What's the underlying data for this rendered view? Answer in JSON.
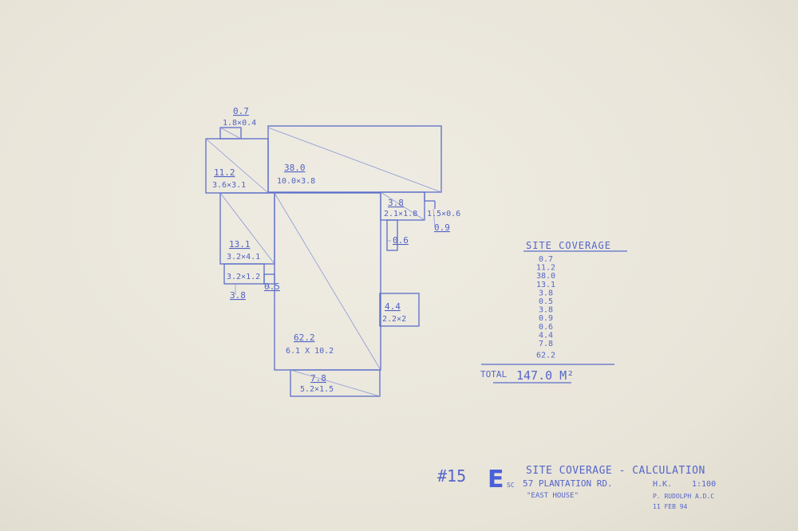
{
  "plan": {
    "rooms": [
      {
        "area": "0.7",
        "dims": "1.8×0.4"
      },
      {
        "area": "11.2",
        "dims": "3.6×3.1"
      },
      {
        "area": "38.0",
        "dims": "10.0×3.8"
      },
      {
        "area": "3.8",
        "dims": "2.1×1.8"
      },
      {
        "area": "0.9",
        "dims": "1.5×0.6"
      },
      {
        "area": "0.6",
        "dims": ""
      },
      {
        "area": "13.1",
        "dims": "3.2×4.1"
      },
      {
        "area": "3.8",
        "dims": "3.2×1.2"
      },
      {
        "area": "0.5",
        "dims": ""
      },
      {
        "area": "4.4",
        "dims": "2.2×2"
      },
      {
        "area": "62.2",
        "dims": "6.1 X 10.2"
      },
      {
        "area": "7.8",
        "dims": "5.2×1.5"
      }
    ]
  },
  "coverage": {
    "title": "SITE COVERAGE",
    "items": [
      "0.7",
      "11.2",
      "38.0",
      "13.1",
      "3.8",
      "0.5",
      "3.8",
      "0.9",
      "0.6",
      "4.4",
      "7.8",
      "62.2"
    ],
    "total_label": "TOTAL",
    "total_value": "147.0 M²"
  },
  "titleblock": {
    "sheet_number": "#15",
    "letter": "E",
    "letter_sub": "SC",
    "title": "SITE COVERAGE - CALCULATION",
    "address": "57 PLANTATION RD.",
    "house": "\"EAST HOUSE\"",
    "location": "H.K.",
    "scale": "1:100",
    "author": "P. RUDOLPH A.D.C",
    "date": "11 FEB 94"
  },
  "colors": {
    "paper": "#ebe7dc",
    "ink": "#5a6ec8",
    "stamp": "#4a5fd8"
  }
}
